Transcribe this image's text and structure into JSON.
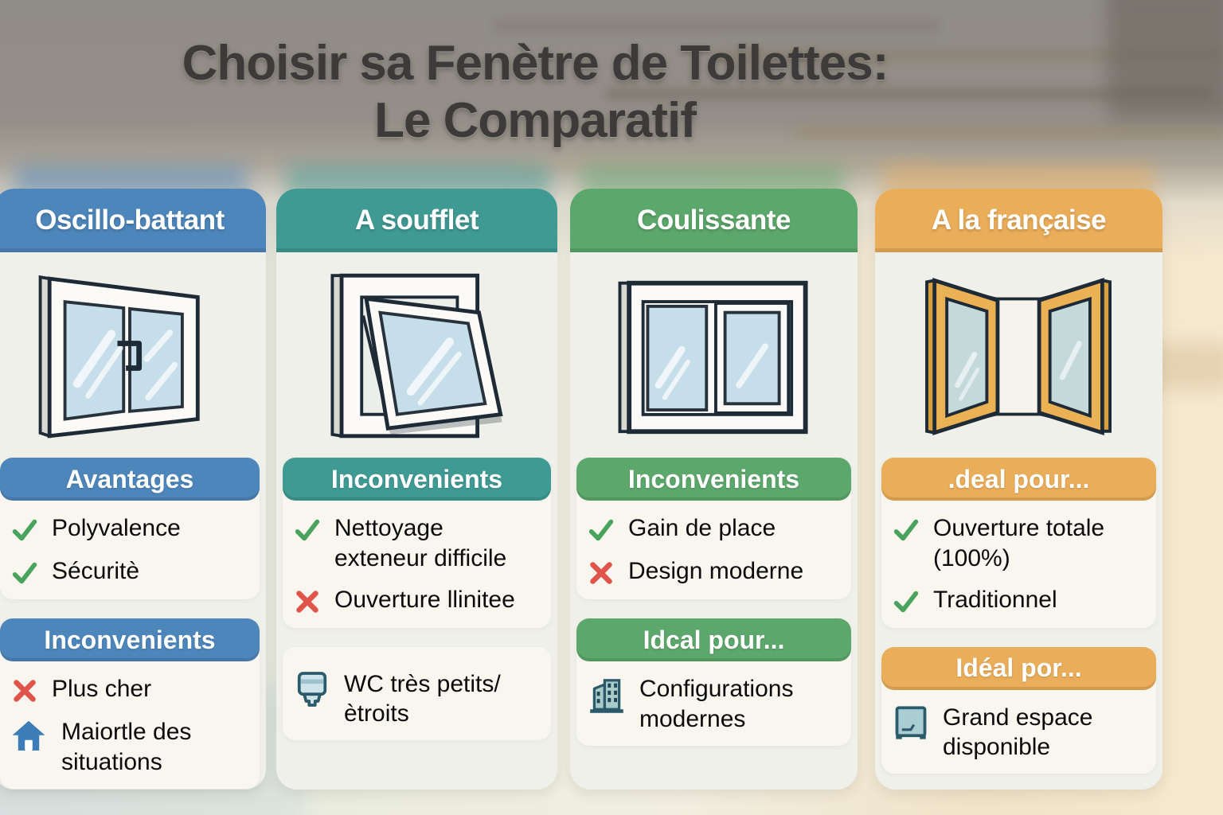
{
  "title": {
    "line1": "Choisir sa Fenètre de Toilettes:",
    "line2": "Le Comparatif"
  },
  "palette": {
    "blue": "#4d86bb",
    "teal": "#3f9a94",
    "green": "#5ca76b",
    "orange": "#eaad59",
    "check_green": "#4aa35c",
    "cross_red": "#e0544a",
    "house_blue": "#3c7cb8"
  },
  "columns": [
    {
      "name": "Oscillo-battant",
      "accent": "#4d86bb",
      "window_style": "tilt-turn-closed-window",
      "sections": [
        {
          "heading": "Avantages",
          "items": [
            {
              "icon": "check-icon",
              "text": "Polyvalence"
            },
            {
              "icon": "check-icon",
              "text": "Sécuritè"
            }
          ]
        },
        {
          "heading": "Inconvenients",
          "items": [
            {
              "icon": "cross-icon",
              "text": "Plus cher"
            },
            {
              "icon": "house-icon",
              "text": "Maiortle des situations"
            }
          ]
        }
      ]
    },
    {
      "name": "A soufflet",
      "accent": "#3f9a94",
      "window_style": "awning-open-window",
      "sections": [
        {
          "heading": "Inconvenients",
          "items": [
            {
              "icon": "check-icon",
              "text": "Nettoyage exteneur difficile"
            },
            {
              "icon": "cross-icon",
              "text": "Ouverture llinitee"
            }
          ]
        },
        {
          "items": [
            {
              "icon": "toilet-icon",
              "text": "WC très petits/ètroits"
            }
          ]
        }
      ]
    },
    {
      "name": "Coulissante",
      "accent": "#5ca76b",
      "window_style": "sliding-window",
      "sections": [
        {
          "heading": "Inconvenients",
          "items": [
            {
              "icon": "check-icon",
              "text": "Gain de place"
            },
            {
              "icon": "cross-icon",
              "text": "Design moderne"
            }
          ]
        },
        {
          "heading": "Idcal pour...",
          "items": [
            {
              "icon": "building-icon",
              "text": "Configurations modernes"
            }
          ]
        }
      ]
    },
    {
      "name": "A la française",
      "accent": "#eaad59",
      "window_style": "french-open-window",
      "sections": [
        {
          "heading": ".deal pour...",
          "items": [
            {
              "icon": "check-icon",
              "text": "Ouverture totale (100%)"
            },
            {
              "icon": "check-icon",
              "text": "Traditionnel"
            }
          ]
        },
        {
          "heading": "Idéal por...",
          "items": [
            {
              "icon": "window-icon",
              "text": "Grand espace disponible"
            }
          ]
        }
      ]
    }
  ]
}
